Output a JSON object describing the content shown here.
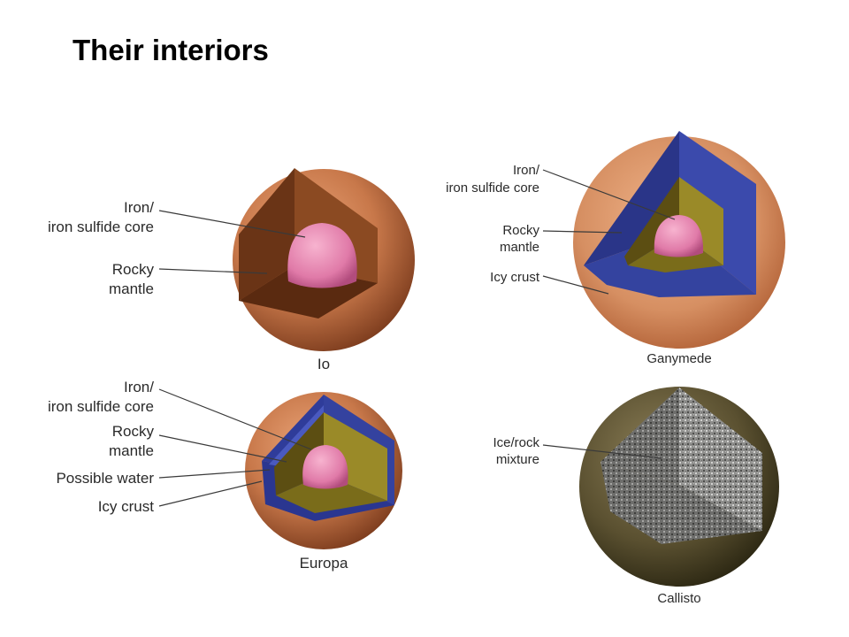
{
  "title": "Their interiors",
  "moons": {
    "io": {
      "name": "Io",
      "labels": {
        "core_line1": "Iron/",
        "core_line2": "iron sulfide core",
        "mantle_line1": "Rocky",
        "mantle_line2": "mantle"
      }
    },
    "europa": {
      "name": "Europa",
      "labels": {
        "core_line1": "Iron/",
        "core_line2": "iron sulfide core",
        "mantle_line1": "Rocky",
        "mantle_line2": "mantle",
        "water": "Possible water",
        "crust": "Icy crust"
      }
    },
    "ganymede": {
      "name": "Ganymede",
      "labels": {
        "core_line1": "Iron/",
        "core_line2": "iron sulfide core",
        "mantle_line1": "Rocky",
        "mantle_line2": "mantle",
        "crust": "Icy crust"
      }
    },
    "callisto": {
      "name": "Callisto",
      "labels": {
        "mix_line1": "Ice/rock",
        "mix_line2": "mixture"
      }
    }
  },
  "colors": {
    "surface_orange": "#c8784a",
    "io_mantle": "#7a3f1c",
    "core_pink": "#e07aa8",
    "rocky_olive": "#8a7a1e",
    "ice_blue": "#2f3c9a",
    "callisto_surface": "#5a5030",
    "callisto_mix": "#8a8a88"
  }
}
